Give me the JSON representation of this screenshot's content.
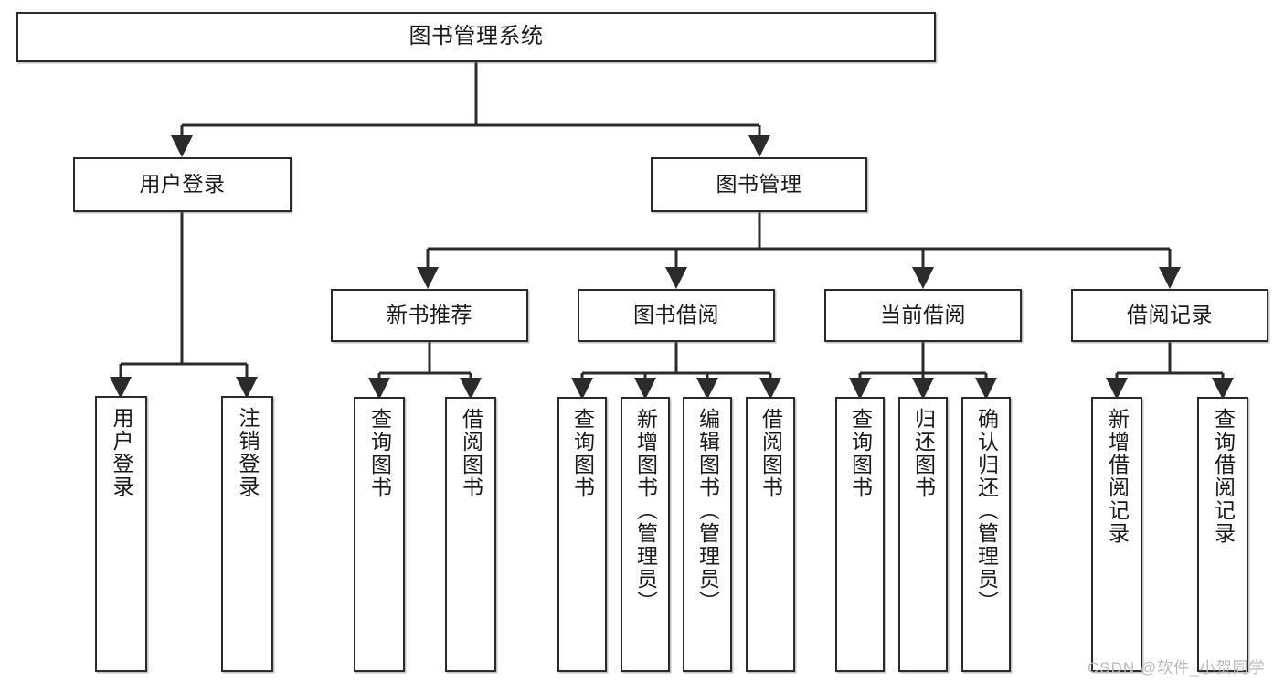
{
  "diagram": {
    "title": "图书管理系统",
    "type": "tree-hierarchy-flowchart",
    "colors": {
      "box_border": "#2b2b2b",
      "box_fill": "#ffffff",
      "connector": "#2b2b2b",
      "background": "#ffffff",
      "watermark": "#b9b9b9"
    },
    "levels": {
      "level0": "系统",
      "level1": "模块",
      "level2": "子模块",
      "level3": "功能"
    }
  },
  "nodes": {
    "root": {
      "label": "图书管理系统",
      "orientation": "horizontal"
    },
    "user_login": {
      "label": "用户登录",
      "orientation": "horizontal"
    },
    "book_manage": {
      "label": "图书管理",
      "orientation": "horizontal"
    },
    "new_book_rec": {
      "label": "新书推荐",
      "orientation": "horizontal"
    },
    "book_borrow": {
      "label": "图书借阅",
      "orientation": "horizontal"
    },
    "current_borrow": {
      "label": "当前借阅",
      "orientation": "horizontal"
    },
    "borrow_record": {
      "label": "借阅记录",
      "orientation": "horizontal"
    },
    "leaf_user_login": {
      "label": "用户登录",
      "orientation": "vertical"
    },
    "leaf_logout": {
      "label": "注销登录",
      "orientation": "vertical"
    },
    "leaf_query_book_1": {
      "label": "查询图书",
      "orientation": "vertical"
    },
    "leaf_borrow_book_1": {
      "label": "借阅图书",
      "orientation": "vertical"
    },
    "leaf_query_book_2": {
      "label": "查询图书",
      "orientation": "vertical"
    },
    "leaf_add_book": {
      "label": "新增图书（管理员）",
      "orientation": "vertical"
    },
    "leaf_edit_book": {
      "label": "编辑图书（管理员）",
      "orientation": "vertical"
    },
    "leaf_borrow_book_2": {
      "label": "借阅图书",
      "orientation": "vertical"
    },
    "leaf_query_book_3": {
      "label": "查询图书",
      "orientation": "vertical"
    },
    "leaf_return_book": {
      "label": "归还图书",
      "orientation": "vertical"
    },
    "leaf_confirm_return": {
      "label": "确认归还（管理员）",
      "orientation": "vertical"
    },
    "leaf_add_record": {
      "label": "新增借阅记录",
      "orientation": "vertical"
    },
    "leaf_query_record": {
      "label": "查询借阅记录",
      "orientation": "vertical"
    }
  },
  "edges": [
    {
      "from": "root",
      "to": "user_login"
    },
    {
      "from": "root",
      "to": "book_manage"
    },
    {
      "from": "user_login",
      "to": "leaf_user_login"
    },
    {
      "from": "user_login",
      "to": "leaf_logout"
    },
    {
      "from": "book_manage",
      "to": "new_book_rec"
    },
    {
      "from": "book_manage",
      "to": "book_borrow"
    },
    {
      "from": "book_manage",
      "to": "current_borrow"
    },
    {
      "from": "book_manage",
      "to": "borrow_record"
    },
    {
      "from": "new_book_rec",
      "to": "leaf_query_book_1"
    },
    {
      "from": "new_book_rec",
      "to": "leaf_borrow_book_1"
    },
    {
      "from": "book_borrow",
      "to": "leaf_query_book_2"
    },
    {
      "from": "book_borrow",
      "to": "leaf_add_book"
    },
    {
      "from": "book_borrow",
      "to": "leaf_edit_book"
    },
    {
      "from": "book_borrow",
      "to": "leaf_borrow_book_2"
    },
    {
      "from": "current_borrow",
      "to": "leaf_query_book_3"
    },
    {
      "from": "current_borrow",
      "to": "leaf_return_book"
    },
    {
      "from": "current_borrow",
      "to": "leaf_confirm_return"
    },
    {
      "from": "borrow_record",
      "to": "leaf_add_record"
    },
    {
      "from": "borrow_record",
      "to": "leaf_query_record"
    }
  ],
  "watermark": {
    "text": "CSDN @软件_小贺同学"
  }
}
